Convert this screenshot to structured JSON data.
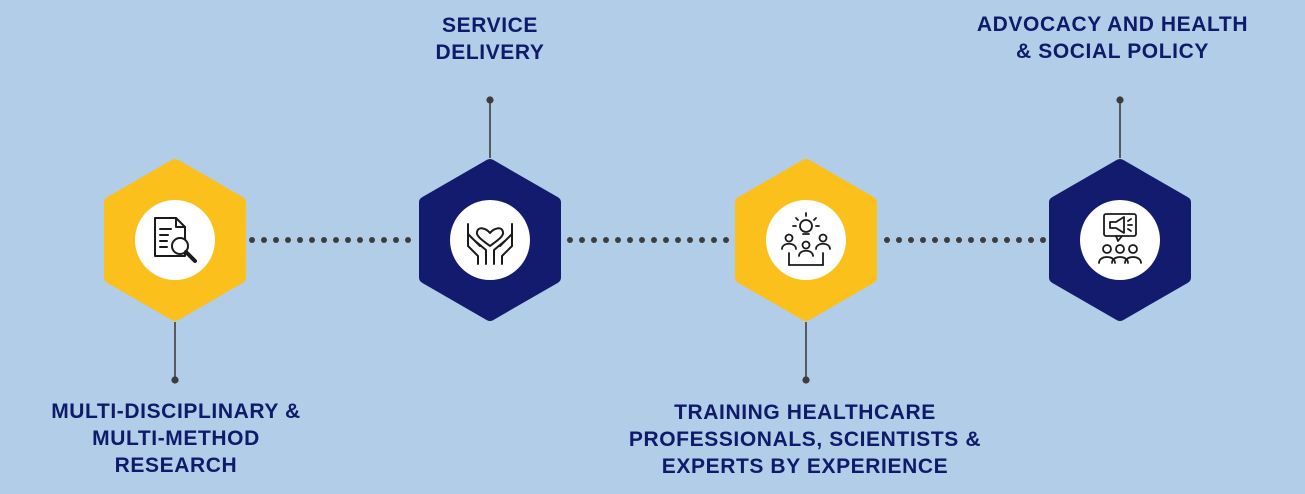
{
  "colors": {
    "background": "#b1cde7",
    "yellow": "#fcc01c",
    "navy": "#131b6e",
    "text": "#0f1a6b",
    "connector": "#3d3d3d",
    "icon_fill": "#ffffff",
    "icon_stroke": "#1a1a1a"
  },
  "stages": [
    {
      "label": "MULTI-DISCIPLINARY &\nMULTI-METHOD\nRESEARCH",
      "color": "yellow",
      "icon": "document-search-icon"
    },
    {
      "label": "SERVICE\nDELIVERY",
      "color": "navy",
      "icon": "hands-heart-icon"
    },
    {
      "label": "TRAINING HEALTHCARE\nPROFESSIONALS, SCIENTISTS &\nEXPERTS BY EXPERIENCE",
      "color": "yellow",
      "icon": "team-idea-icon"
    },
    {
      "label": "ADVOCACY AND HEALTH\n& SOCIAL POLICY",
      "color": "navy",
      "icon": "megaphone-audience-icon"
    }
  ]
}
